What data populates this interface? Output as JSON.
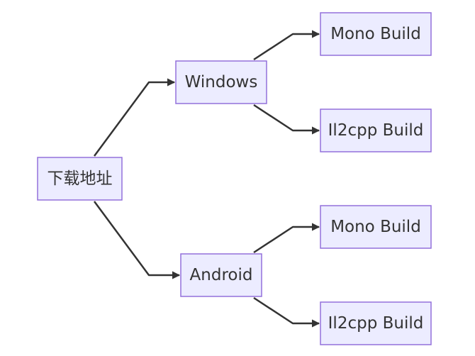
{
  "nodes": {
    "root": {
      "label": "下载地址"
    },
    "windows": {
      "label": "Windows"
    },
    "android": {
      "label": "Android"
    },
    "windows_mono": {
      "label": "Mono Build"
    },
    "windows_il2cpp": {
      "label": "Il2cpp Build"
    },
    "android_mono": {
      "label": "Mono Build"
    },
    "android_il2cpp": {
      "label": "Il2cpp Build"
    }
  },
  "edges": [
    {
      "from": "root",
      "to": "windows"
    },
    {
      "from": "root",
      "to": "android"
    },
    {
      "from": "windows",
      "to": "windows_mono"
    },
    {
      "from": "windows",
      "to": "windows_il2cpp"
    },
    {
      "from": "android",
      "to": "android_mono"
    },
    {
      "from": "android",
      "to": "android_il2cpp"
    }
  ],
  "colors": {
    "node_fill": "#ececff",
    "node_border": "#9370db",
    "edge": "#333333",
    "text": "#333333"
  }
}
